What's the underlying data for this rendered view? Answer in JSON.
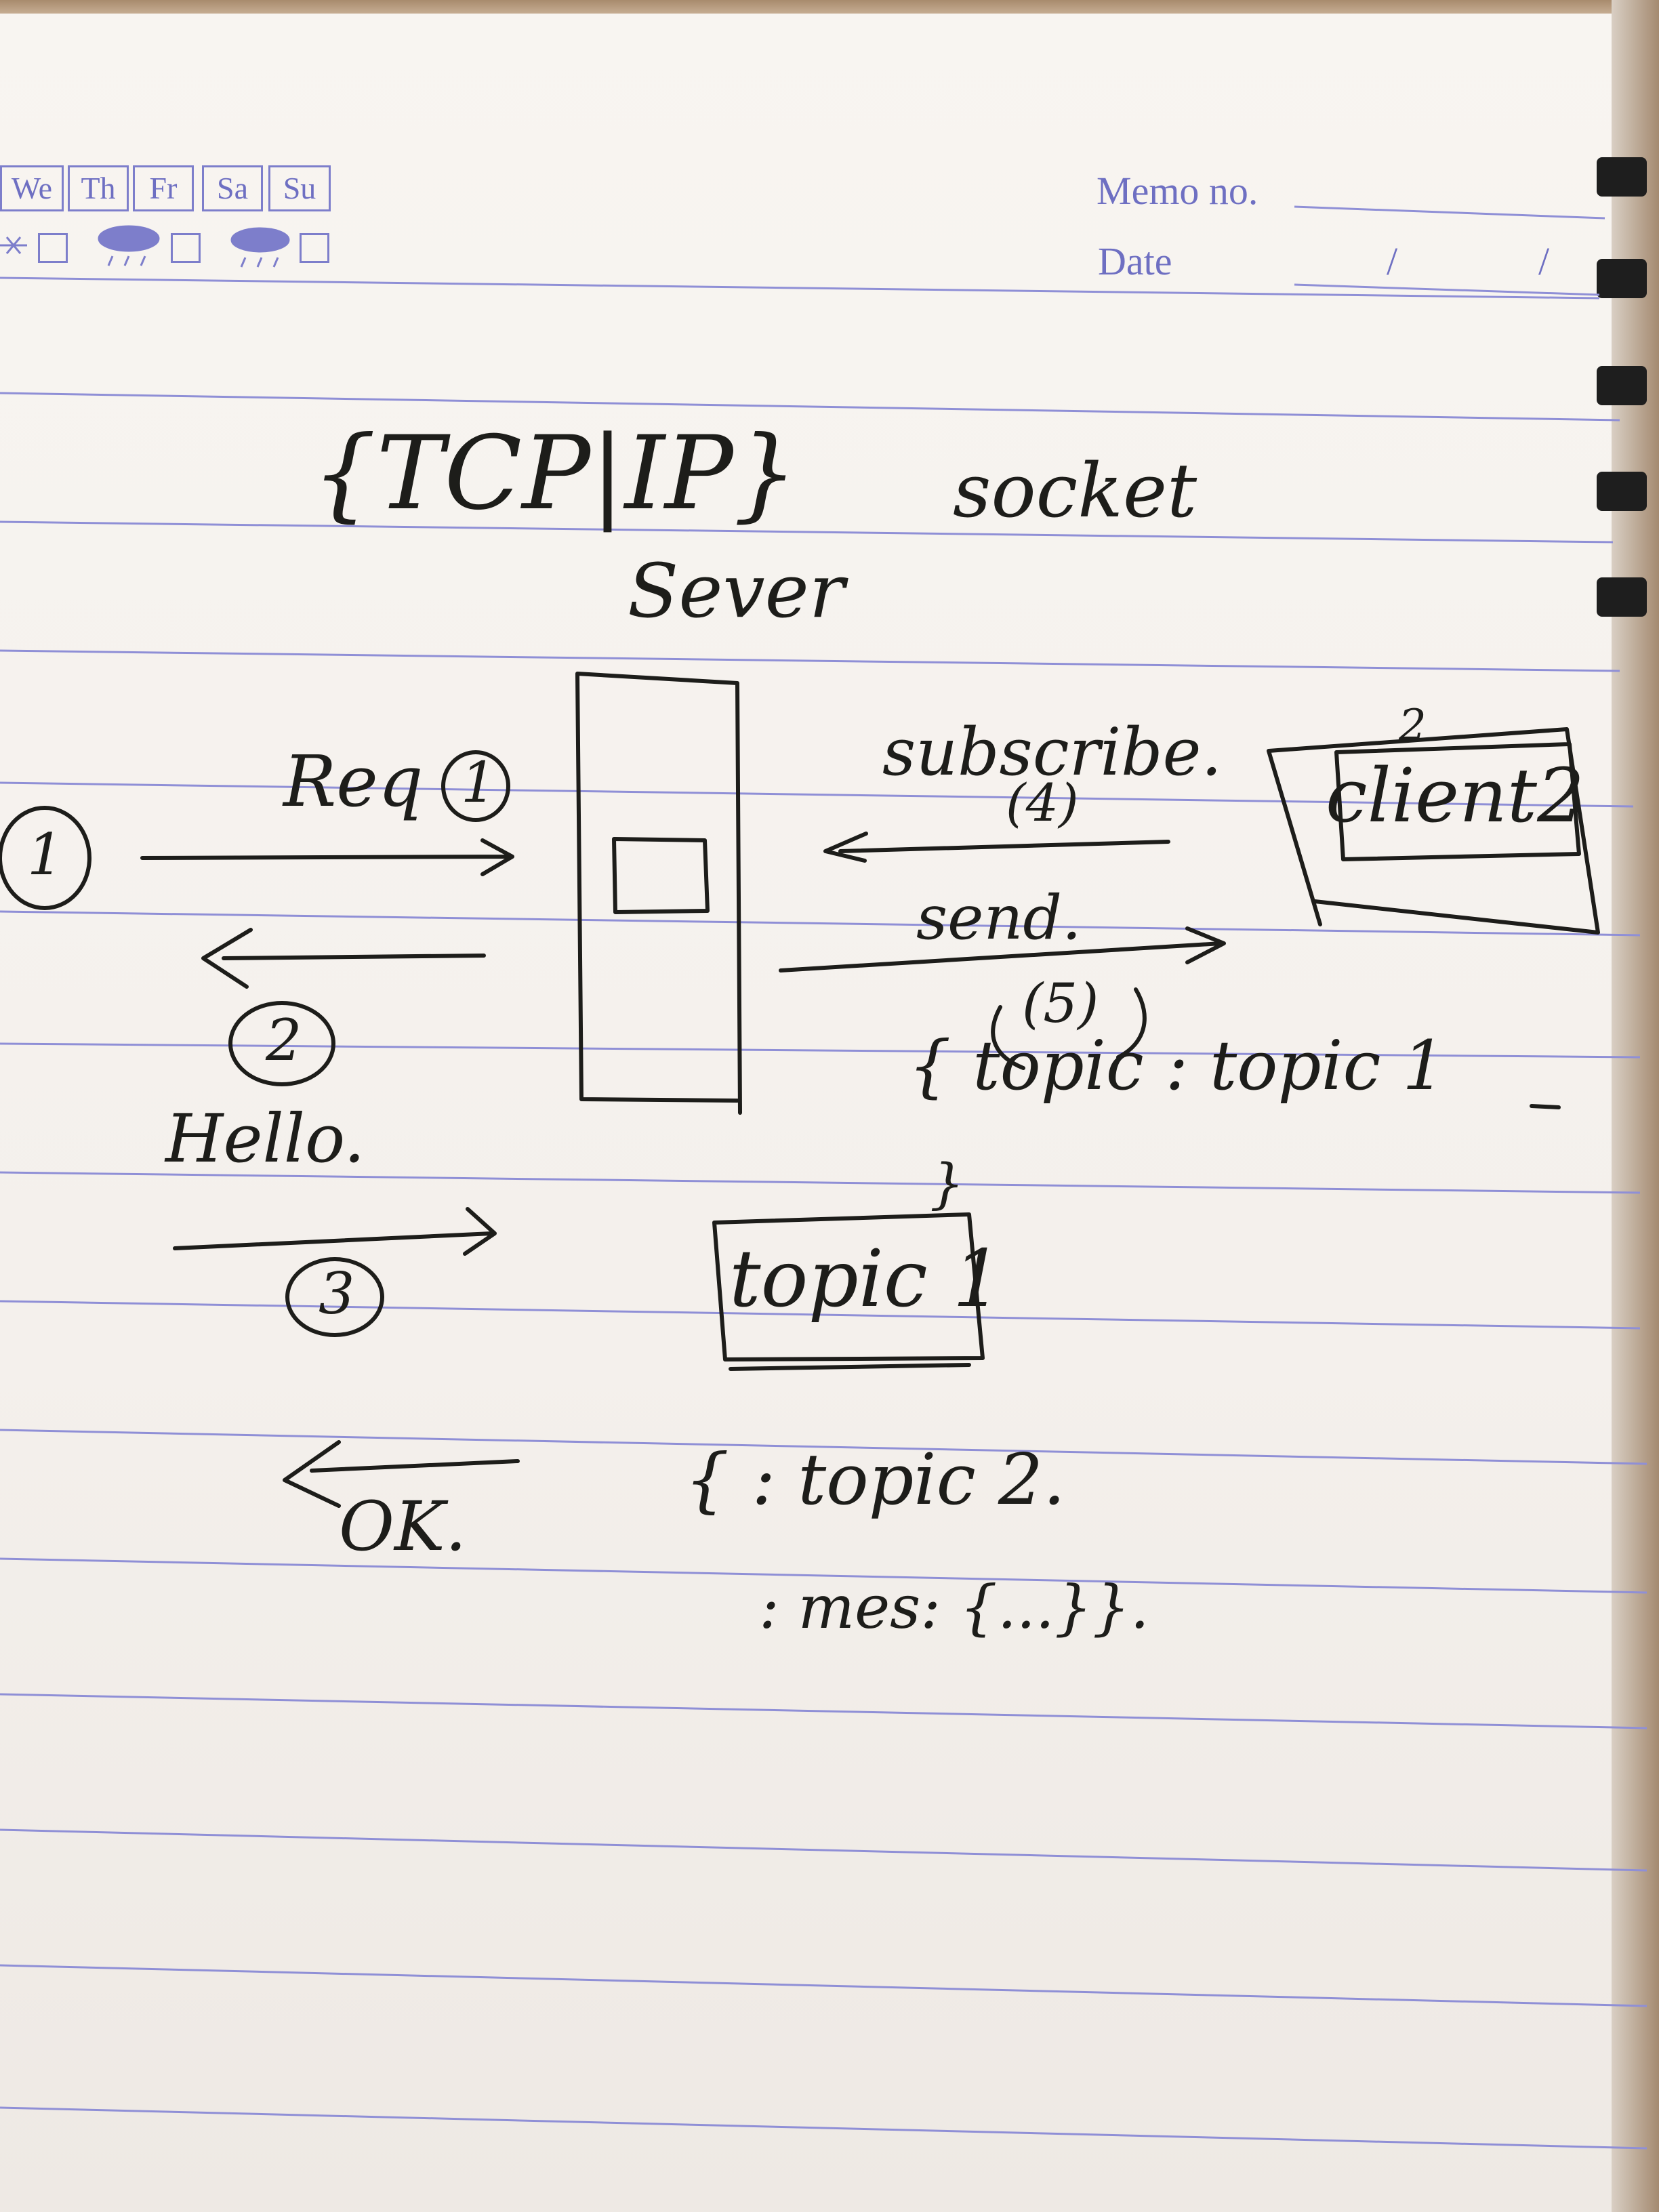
{
  "header": {
    "days": [
      "We",
      "Th",
      "Fr",
      "Sa",
      "Su"
    ],
    "memo_label": "Memo no.",
    "date_label": "Date",
    "date_slashes": [
      "/",
      "/"
    ]
  },
  "diagram": {
    "title": "{TCP|IP}",
    "title_note": "socket",
    "server_label": "Sever",
    "client_label": "client2",
    "client_mark": "2",
    "left_steps": {
      "step1_marker": "1",
      "step1_label": "Req",
      "step1_circle": "1",
      "step2_circle": "2",
      "step2_label": "Hello.",
      "step3_circle": "3",
      "step4_label": "OK."
    },
    "right_steps": {
      "subscribe_label": "subscribe.",
      "subscribe_number": "(4)",
      "send_label": "send.",
      "send_number": "(5)",
      "payload_line": "{ topic : topic 1",
      "payload_close": "}"
    },
    "topic_box_label": "topic 1",
    "message_lines": [
      "{ : topic 2.",
      ": mes: {...}}."
    ]
  },
  "colors": {
    "ink": "#1d1d1a",
    "rule_line": "#8f8fd6",
    "header_ink": "#6e6fc2",
    "paper": "#f6f2ee"
  }
}
